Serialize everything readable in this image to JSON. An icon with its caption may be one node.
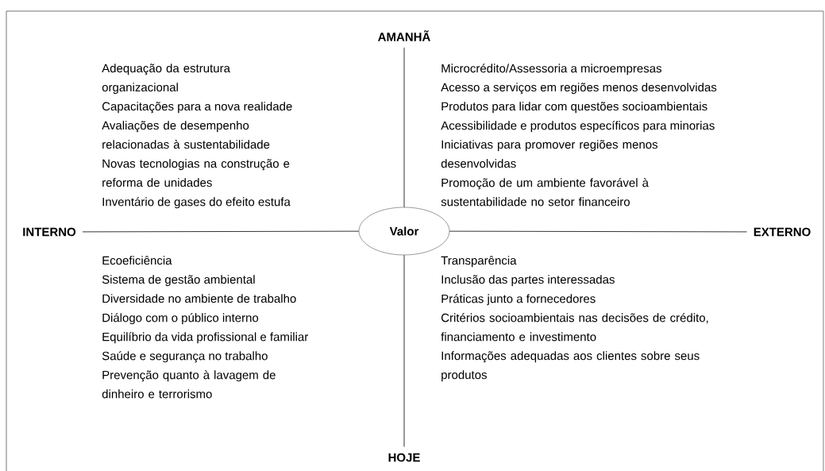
{
  "diagram": {
    "nodes": [
      {
        "text": [
          "AMANHÃ"
        ]
      },
      {
        "text": [
          "INTERNO"
        ]
      },
      {
        "text": [
          "Valor"
        ]
      },
      {
        "text": [
          "EXTERNO"
        ]
      },
      {
        "text": [
          "HOJE"
        ]
      }
    ],
    "edges": [
      {
        "from": 2,
        "to": 0,
        "arrow": "none"
      },
      {
        "from": 2,
        "to": 1,
        "arrow": "none"
      },
      {
        "from": 2,
        "to": 3,
        "arrow": "none"
      },
      {
        "from": 2,
        "to": 4,
        "arrow": "none"
      }
    ],
    "labels": [
      "Adequação da estrutura organizacional",
      "Capacitações para a nova realidade",
      "Avaliações de desempenho relacionadas à sustentabilidade",
      "Novas tecnologias na construção e reforma de unidades",
      "Inventário de gases do efeito estufa",
      "Microcrédito/Assessoria a microempresas",
      "Acesso a serviços em regiões menos desenvolvidas",
      "Produtos para lidar com questões socioambientais",
      "Acessibilidade e produtos específicos para minorias",
      "Iniciativas para promover regiões menos desenvolvidas",
      "Promoção de um ambiente favorável à sustentabilidade no setor financeiro",
      "Ecoeficiência",
      "Sistema de gestão ambiental",
      "Diversidade no ambiente de trabalho",
      "Diálogo com o público interno",
      "Equilíbrio da vida profissional e familiar",
      "Saúde e segurança no trabalho",
      "Prevenção quanto à lavagem de dinheiro e terrorismo",
      "Transparência",
      "Inclusão das partes interessadas",
      "Práticas junto a fornecedores",
      "Critérios socioambientais nas decisões de crédito, financiamento e investimento",
      "Informações adequadas aos clientes sobre seus produtos"
    ]
  }
}
